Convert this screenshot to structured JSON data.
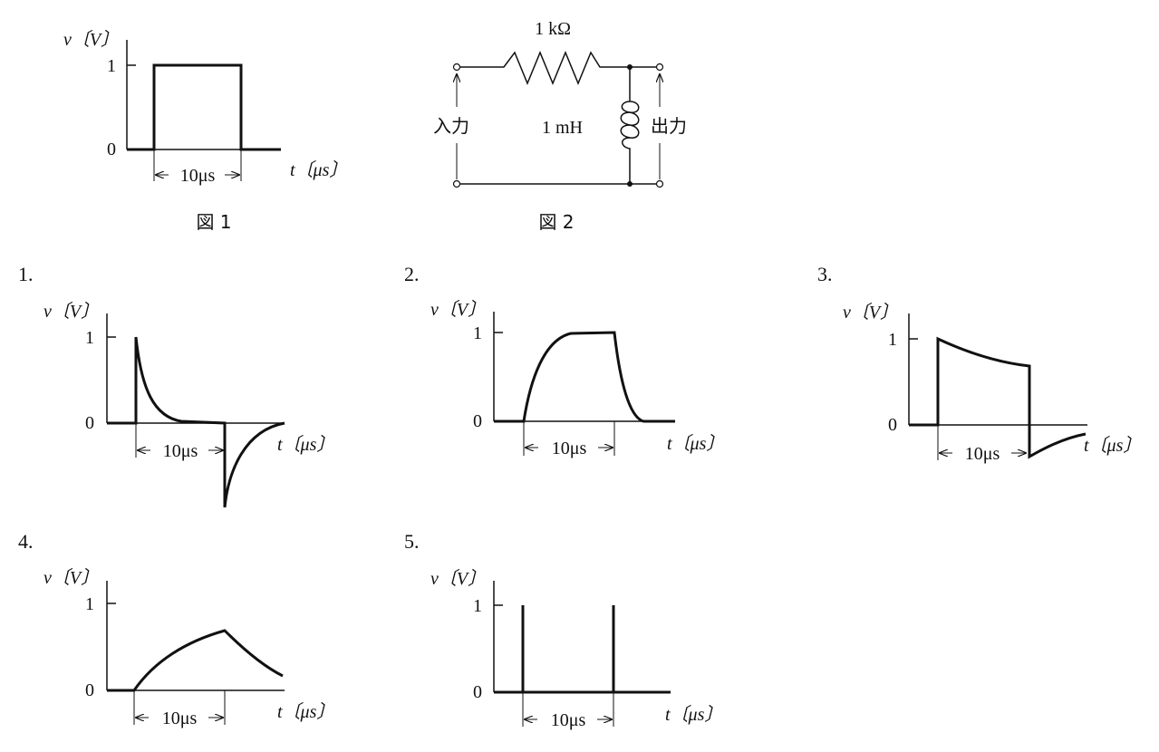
{
  "figure1": {
    "caption": "図 1",
    "ylabel": "v〔V〕",
    "xlabel": "t〔μs〕",
    "ytick_top": "1",
    "ytick_zero": "0",
    "width_label": "10μs"
  },
  "figure2": {
    "caption": "図 2",
    "resistor_label": "1 kΩ",
    "inductor_label": "1 mH",
    "input_label": "入力",
    "output_label": "出力"
  },
  "options": [
    {
      "number": "1.",
      "ylabel": "v〔V〕",
      "xlabel": "t〔μs〕",
      "ytick_top": "1",
      "ytick_zero": "0",
      "width_label": "10μs"
    },
    {
      "number": "2.",
      "ylabel": "v〔V〕",
      "xlabel": "t〔μs〕",
      "ytick_top": "1",
      "ytick_zero": "0",
      "width_label": "10μs"
    },
    {
      "number": "3.",
      "ylabel": "v〔V〕",
      "xlabel": "t〔μs〕",
      "ytick_top": "1",
      "ytick_zero": "0",
      "width_label": "10μs"
    },
    {
      "number": "4.",
      "ylabel": "v〔V〕",
      "xlabel": "t〔μs〕",
      "ytick_top": "1",
      "ytick_zero": "0",
      "width_label": "10μs"
    },
    {
      "number": "5.",
      "ylabel": "v〔V〕",
      "xlabel": "t〔μs〕",
      "ytick_top": "1",
      "ytick_zero": "0",
      "width_label": "10μs"
    }
  ]
}
